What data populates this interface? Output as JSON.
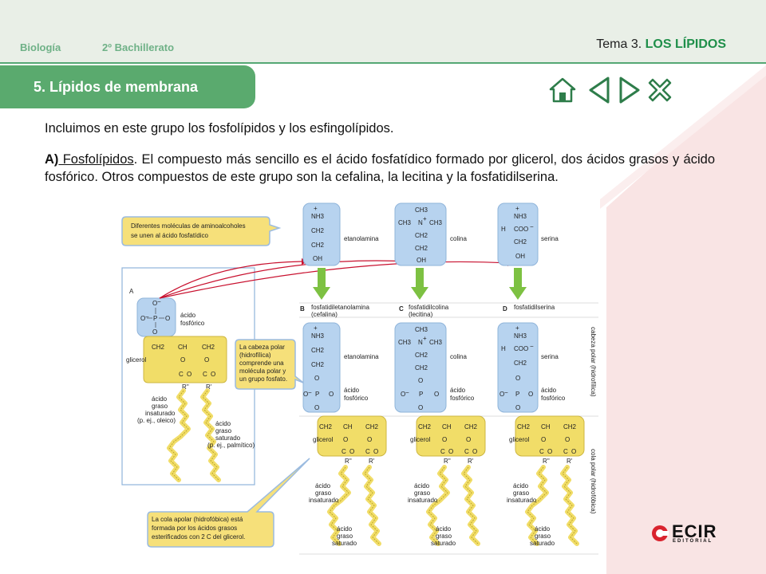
{
  "header": {
    "subject": "Biología",
    "course": "2º Bachillerato",
    "theme_prefix": "Tema 3.",
    "theme_title": "LOS LÍPIDOS"
  },
  "section": {
    "title": "5. Lípidos de membrana"
  },
  "nav": {
    "home": "home-icon",
    "prev": "arrow-left-icon",
    "next": "arrow-right-icon",
    "close": "close-icon"
  },
  "body": {
    "intro": "Incluimos en este grupo los fosfolípidos y los esfingolípidos.",
    "para_a_label": "A)",
    "para_a_term": " Fosfolípidos",
    "para_a_text": ". El compuesto más sencillo es el ácido fosfatídico formado por glicerol, dos ácidos grasos y ácido fosfórico. Otros compuestos de este grupo son la cefalina, la lecitina y la fosfatidilserina."
  },
  "figure": {
    "callout_top": [
      "Diferentes moléculas de aminoalcoholes",
      "se unen al ácido fosfatídico"
    ],
    "callout_mid": [
      "La cabeza polar",
      "(hidrofílica)",
      "comprende una",
      "molécula polar y",
      "un grupo fosfato."
    ],
    "callout_bottom": [
      "La cola apolar (hidrofóbica) está",
      "formada por los ácidos grasos",
      "esterificados con 2 C del glicerol."
    ],
    "panel_a": "A",
    "panel_b": "B",
    "panel_c": "C",
    "panel_d": "D",
    "acido_fosforico": [
      "ácido",
      "fosfórico"
    ],
    "glicerol": "glicerol",
    "acido_insaturado": [
      "ácido",
      "graso",
      "insaturado",
      "(p. ej., oleico)"
    ],
    "acido_saturado": [
      "ácido",
      "graso",
      "saturado",
      "(p. ej., palmítico)"
    ],
    "etanolamina": "etanolamina",
    "colina": "colina",
    "serina": "serina",
    "name_b": [
      "fosfatidiletanolamina",
      "(cefalina)"
    ],
    "name_c": [
      "fosfatidilcolina",
      "(lecitina)"
    ],
    "name_d": "fosfatidilserina",
    "cabeza_polar": "cabeza polar (hidrofílica)",
    "cola_polar": "cola polar (hidrofóbica)",
    "small_insat": [
      "ácido",
      "graso",
      "insaturado"
    ],
    "small_sat": [
      "ácido",
      "graso",
      "saturado"
    ],
    "chem": {
      "nh3": "NH3",
      "ch2": "CH2",
      "ch": "CH",
      "ch3": "CH3",
      "oh": "OH",
      "n": "N",
      "h": "H",
      "coo": "COO",
      "o": "O",
      "p": "P",
      "c": "C",
      "r1": "R'",
      "r2": "R''",
      "plus": "+",
      "minus": "−"
    }
  },
  "logo": {
    "main": "ECIR",
    "sub": "EDITORIAL"
  },
  "colors": {
    "green": "#5aaa6e",
    "accent": "#1f8f4a",
    "blue_box": "#b7d3ef",
    "yellow_box": "#f1dd68",
    "pink": "#f9e5e5"
  }
}
